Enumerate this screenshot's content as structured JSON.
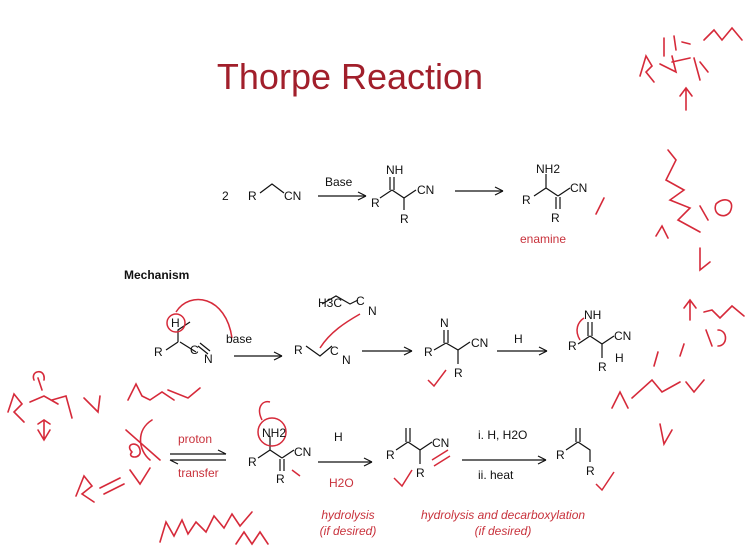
{
  "slide": {
    "title": "Thorpe Reaction",
    "overall": {
      "coefficient": "2",
      "reagent_label": "Base",
      "product_label": "enamine"
    },
    "mechanism": {
      "heading": "Mechanism",
      "base_label": "base",
      "h_plus_1": "H",
      "proton_transfer_1": "proton",
      "proton_transfer_2": "transfer",
      "h_plus_2": "H",
      "h2o_label": "H2O",
      "step_iH": "i. H, H2O",
      "step_iiheat": "ii. heat",
      "hydrolysis_label": "hydrolysis",
      "hydrolysis_note": "(if desired)",
      "decarb_label": "hydrolysis and decarboxylation",
      "decarb_note": "(if desired)"
    },
    "atoms": {
      "R": "R",
      "CN": "CN",
      "NH": "NH",
      "NH2": "NH2",
      "H": "H",
      "N": "N",
      "C": "C",
      "H3C": "H3C"
    },
    "colors": {
      "title": "#a11f2b",
      "annotation": "#d62a3a",
      "ink": "#111111"
    }
  }
}
